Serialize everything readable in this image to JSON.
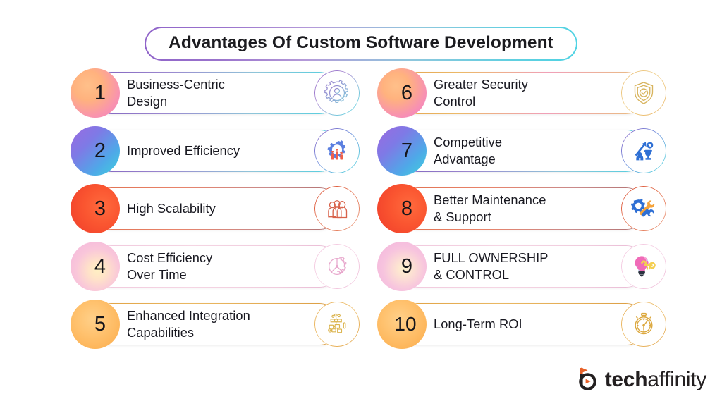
{
  "title": "Advantages Of Custom Software Development",
  "logo": {
    "bold_part": "tech",
    "light_part": "affinity",
    "mark": "techaffinity-logo-mark"
  },
  "colors": {
    "background": "#ffffff",
    "title_text": "#1b1b1f",
    "title_border_gradient_start": "#8f63c9",
    "title_border_gradient_end": "#4fd3e3",
    "item_text": "#181820",
    "number_text": "#15151a",
    "logo_dark": "#231f20",
    "logo_accent": "#e8622a"
  },
  "columns": {
    "left": [
      {
        "number": "1",
        "label_lines": [
          "Business-Centric",
          "Design"
        ],
        "icon": "gear-person-icon",
        "num_gradient": "radial-gradient(circle at 35% 35%, #ffc08a 0%, #ffb27e 32%, #f994ad 68%, #f07fc0 100%)",
        "pill_gradient": "linear-gradient(95deg, #7e5fbd 0%, #9b87cf 30%, #8fc5d9 65%, #4fd0e0 100%)",
        "ring_gradient": "linear-gradient(135deg, #8a5fc4 0%, #a98ad2 40%, #7fc4db 70%, #4fd0e0 100%)"
      },
      {
        "number": "2",
        "label_lines": [
          "Improved Efficiency"
        ],
        "icon": "gear-growth-arrows-icon",
        "num_gradient": "linear-gradient(135deg, #9b6ae0 0%, #7e7ae6 35%, #4fa8e8 70%, #3fd0dd 100%)",
        "pill_gradient": "linear-gradient(95deg, #7e5fbd 0%, #9b87cf 30%, #8fc5d9 65%, #4fd0e0 100%)",
        "ring_gradient": "linear-gradient(135deg, #8a5fc4 0%, #6f8fdd 45%, #5fc0dd 75%, #4fd0e0 100%)"
      },
      {
        "number": "3",
        "label_lines": [
          "High Scalability"
        ],
        "icon": "three-people-icon",
        "num_gradient": "radial-gradient(circle at 65% 45%, #ff6a3d 0%, #fa5530 45%, #ef3c2a 100%)",
        "pill_gradient": "linear-gradient(95deg, #e0704f 0%, #e8836a 35%, #c98a8a 70%, #b07070 100%)",
        "ring_gradient": "linear-gradient(135deg, #d9472a 0%, #e3714f 45%, #e89070 100%)"
      },
      {
        "number": "4",
        "label_lines": [
          "Cost Efficiency",
          "Over Time"
        ],
        "icon": "clock-gear-icon",
        "num_gradient": "radial-gradient(circle at 55% 58%, #fff0c2 0%, #ffe3c8 22%, #f9c6da 55%, #f3b4dd 100%)",
        "pill_gradient": "linear-gradient(95deg, #f0c7dc 0%, #f5d5e3 40%, #f0cbdd 75%, #e8b8d4 100%)",
        "ring_gradient": "linear-gradient(135deg, #f2c2dc 0%, #f6d4e6 50%, #eeb9d6 100%)"
      },
      {
        "number": "5",
        "label_lines": [
          "Enhanced Integration",
          "Capabilities"
        ],
        "icon": "integration-flowchart-icon",
        "num_gradient": "radial-gradient(circle at 45% 40%, #ffd089 0%, #ffc26f 40%, #fbab49 100%)",
        "pill_gradient": "linear-gradient(95deg, #e0a040 0%, #eab862 40%, #e3aa52 75%, #d99a3e 100%)",
        "ring_gradient": "linear-gradient(135deg, #e5a846 0%, #eec070 50%, #e0a040 100%)"
      }
    ],
    "right": [
      {
        "number": "6",
        "label_lines": [
          "Greater Security",
          "Control"
        ],
        "icon": "shield-check-icon",
        "num_gradient": "radial-gradient(circle at 38% 36%, #ffc08a 0%, #ffb27e 30%, #f78fb4 70%, #f27ec2 100%)",
        "pill_gradient": "linear-gradient(95deg, #e3a24a 0%, #ecb968 25%, #f0a0b8 60%, #e9c07a 100%)",
        "ring_gradient": "linear-gradient(135deg, #e8bb6e 0%, #f0cf8a 45%, #e8b05a 100%)"
      },
      {
        "number": "7",
        "label_lines": [
          "Competitive",
          "Advantage"
        ],
        "icon": "trophy-growth-icon",
        "num_gradient": "linear-gradient(135deg, #9b6ae0 0%, #7e7ae6 35%, #4fa8e8 70%, #3fd0dd 100%)",
        "pill_gradient": "linear-gradient(95deg, #7e5fbd 0%, #9b87cf 30%, #8fc5d9 65%, #4fd0e0 100%)",
        "ring_gradient": "linear-gradient(135deg, #8a5fc4 0%, #6f8fdd 45%, #5fc0dd 75%, #4fd0e0 100%)"
      },
      {
        "number": "8",
        "label_lines": [
          "Better Maintenance",
          "& Support"
        ],
        "icon": "gear-wrench-icon",
        "num_gradient": "radial-gradient(circle at 65% 45%, #ff6a3d 0%, #fa5530 45%, #ef3c2a 100%)",
        "pill_gradient": "linear-gradient(95deg, #e0704f 0%, #e8836a 35%, #c98a8a 70%, #b07070 100%)",
        "ring_gradient": "linear-gradient(135deg, #d9472a 0%, #e3714f 45%, #e89070 100%)"
      },
      {
        "number": "9",
        "label_lines": [
          "FULL OWNERSHIP",
          "& CONTROL"
        ],
        "icon": "lightbulb-key-icon",
        "num_gradient": "radial-gradient(circle at 55% 55%, #fff2cc 0%, #fde3d2 20%, #f7c4de 55%, #f2b2dc 100%)",
        "pill_gradient": "linear-gradient(95deg, #f0c7dc 0%, #f5d5e3 40%, #f0cbdd 75%, #e8b8d4 100%)",
        "ring_gradient": "linear-gradient(135deg, #f2c2dc 0%, #f6d4e6 50%, #eeb9d6 100%)"
      },
      {
        "number": "10",
        "label_lines": [
          "Long-Term ROI"
        ],
        "icon": "stopwatch-icon",
        "num_gradient": "radial-gradient(circle at 45% 40%, #ffd089 0%, #ffc26f 40%, #fbab49 100%)",
        "pill_gradient": "linear-gradient(95deg, #e0a040 0%, #eab862 40%, #e3aa52 75%, #d99a3e 100%)",
        "ring_gradient": "linear-gradient(135deg, #e5a846 0%, #eec070 50%, #e0a040 100%)"
      }
    ]
  }
}
